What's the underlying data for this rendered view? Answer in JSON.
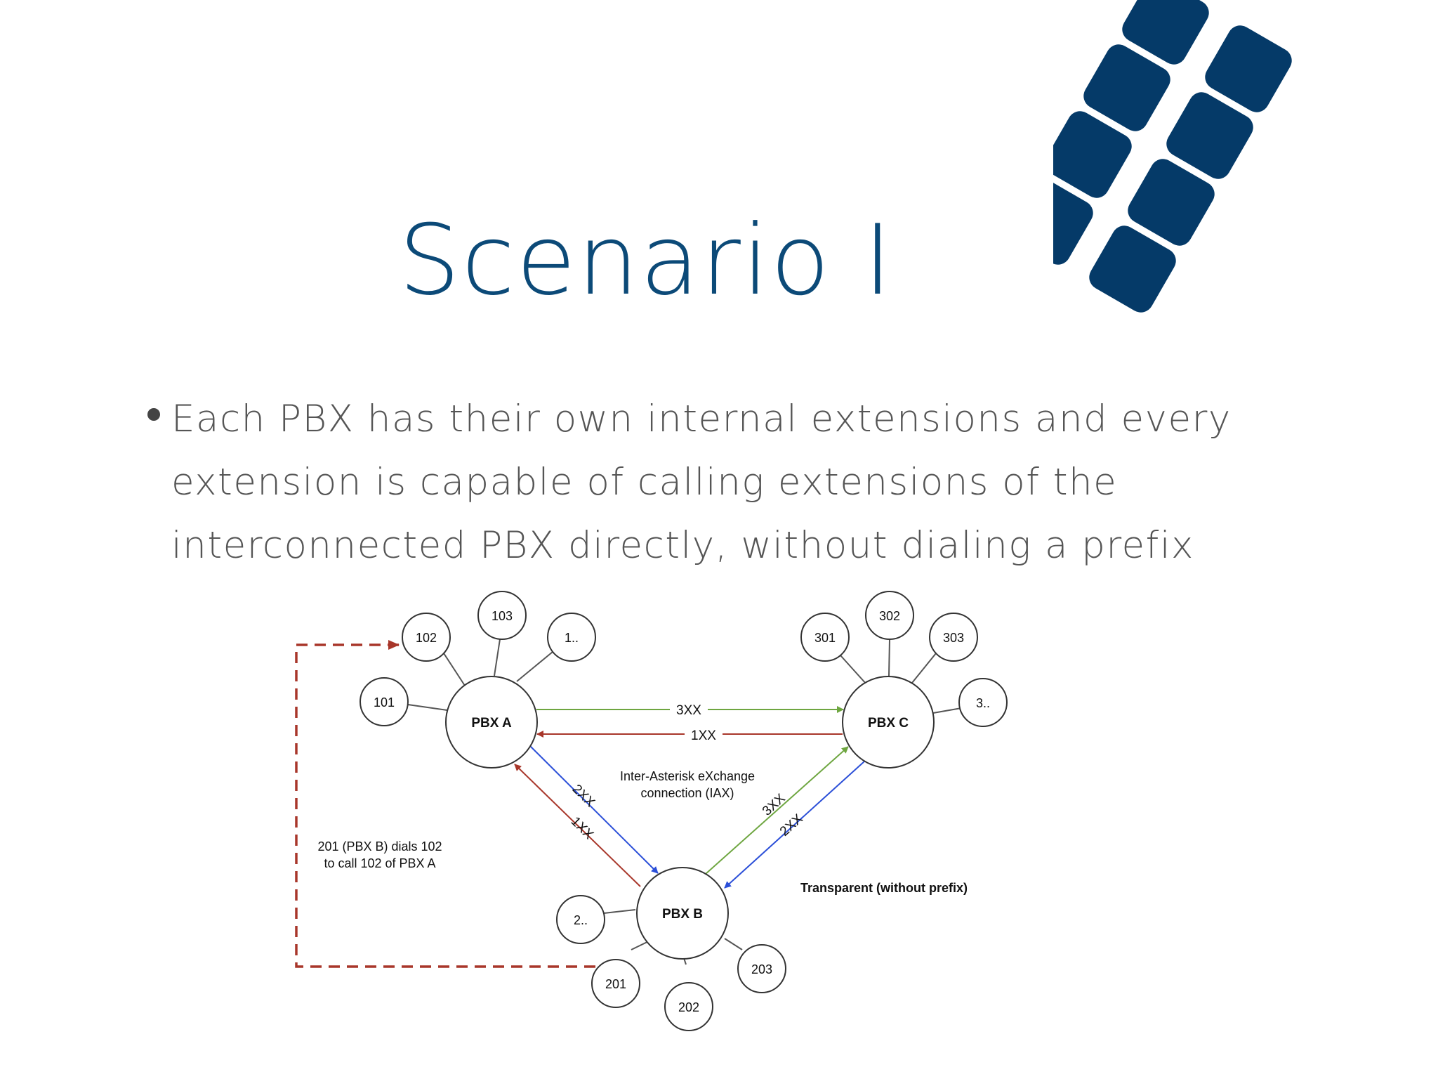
{
  "colors": {
    "title": "#0c4a78",
    "body_text": "#555555",
    "bullet": "#444444",
    "tile_navy": "#053a68",
    "tile_yellow": "#fdd50d",
    "arrow_green": "#6ea640",
    "arrow_red": "#a8362a",
    "arrow_blue": "#2b4fd8"
  },
  "slide": {
    "title": "Scenario I",
    "bullet": "Each PBX has their own internal extensions and every extension is capable of calling extensions of the interconnected PBX directly, without dialing a prefix"
  },
  "diagram": {
    "pbx": {
      "a": "PBX A",
      "b": "PBX B",
      "c": "PBX C"
    },
    "extensions": {
      "a": [
        "101",
        "102",
        "103",
        "1.."
      ],
      "c": [
        "301",
        "302",
        "303",
        "3.."
      ],
      "b": [
        "2..",
        "201",
        "202",
        "203"
      ]
    },
    "links": {
      "a_to_c": "3XX",
      "c_to_a": "1XX",
      "a_to_b": "2XX",
      "b_to_a": "1XX",
      "b_to_c": "3XX",
      "c_to_b": "2XX"
    },
    "center_label": [
      "Inter-Asterisk eXchange",
      "connection (IAX)"
    ],
    "dial_note": [
      "201 (PBX B) dials 102",
      "to call 102 of PBX A"
    ],
    "caption": "Transparent (without prefix)"
  }
}
